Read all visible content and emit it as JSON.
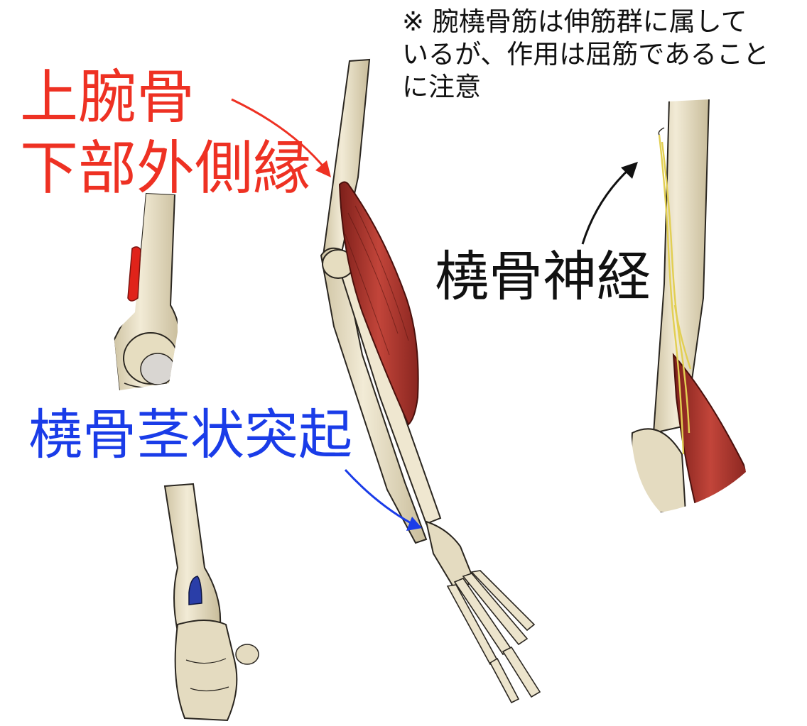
{
  "labels": {
    "origin": {
      "line1": "上腕骨",
      "line2": "下部外側縁",
      "color": "#ee3123"
    },
    "insertion": {
      "text": "橈骨茎状突起",
      "color": "#1a3ce8"
    },
    "nerve": {
      "text": "橈骨神経",
      "color": "#111111"
    },
    "note": {
      "line1": "※ 腕橈骨筋は伸筋群に属して",
      "line2": "いるが、作用は屈筋であること",
      "line3": "に注意"
    }
  },
  "colors": {
    "bone": "#ece4cc",
    "bone_shadow": "#c9bd9c",
    "outline": "#2a2620",
    "muscle": "#b8382e",
    "muscle_dark": "#7d1f1a",
    "origin_mark": "#e0231a",
    "insertion_mark": "#2a3ea8",
    "nerve": "#e2cf52",
    "arrow_origin": "#ee3123",
    "arrow_insertion": "#1a3ce8",
    "arrow_nerve": "#111111"
  }
}
